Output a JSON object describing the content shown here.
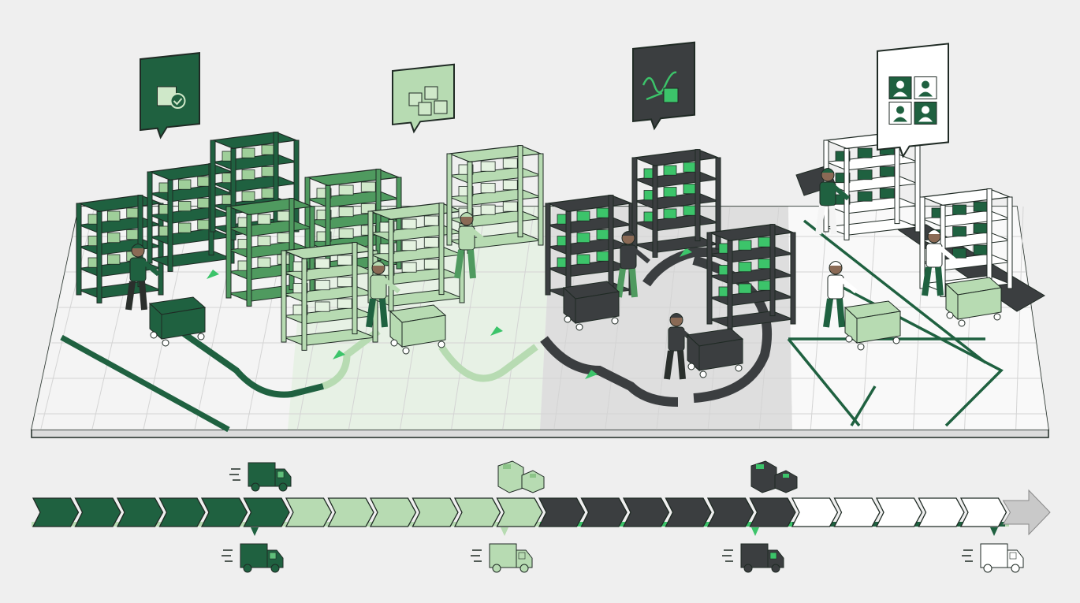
{
  "colors": {
    "background": "#efefef",
    "outline": "#1f2a24",
    "dark_green": "#1f6140",
    "light_green": "#b7dbb2",
    "charcoal": "#3b3e40",
    "white": "#ffffff",
    "accent_green": "#3cc46a",
    "floor": "#f4f4f4",
    "grey_arrow": "#c9c9c9"
  },
  "zones": [
    {
      "id": "zone-1",
      "fill": "#1f6140",
      "shelf": "#1f6140",
      "floor_tint": "#f4f4f4",
      "bubble_icon": "box-check-icon",
      "top_marker": "truck-icon",
      "bottom_marker": "truck-icon",
      "chevrons": 6
    },
    {
      "id": "zone-2",
      "fill": "#b7dbb2",
      "shelf": "#b7dbb2",
      "floor_tint": "#e6f1e3",
      "bubble_icon": "boxes-icon",
      "top_marker": "boxes-icon",
      "bottom_marker": "truck-icon",
      "chevrons": 6
    },
    {
      "id": "zone-3",
      "fill": "#3b3e40",
      "shelf": "#3b3e40",
      "floor_tint": "#dcdcdc",
      "bubble_icon": "trend-chart-box-icon",
      "top_marker": "boxes-icon",
      "bottom_marker": "truck-icon",
      "chevrons": 6
    },
    {
      "id": "zone-4",
      "fill": "#ffffff",
      "shelf": "#ffffff",
      "floor_tint": "#fafafa",
      "bubble_icon": "user-grid-icon",
      "top_marker": "",
      "bottom_marker": "truck-icon",
      "chevrons": 5
    }
  ]
}
